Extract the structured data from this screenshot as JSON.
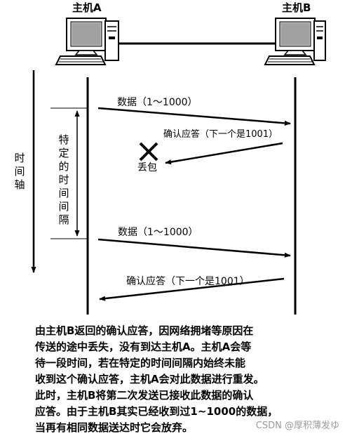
{
  "hosts": {
    "a": "主机A",
    "b": "主机B"
  },
  "time_axis_label": "时间轴",
  "interval_label": "特定的时间间隔",
  "messages": {
    "data1": "数据（1～1000）",
    "ack1": "确认应答（下一个是1001）",
    "lost": "丢包",
    "data2": "数据（1～1000）",
    "ack2": "确认应答（下一个是1001）"
  },
  "caption": [
    "由主机B返回的确认应答，因网络拥堵等原因在",
    "传送的途中丢失，没有到达主机A。主机A会等",
    "待一段时间，若在特定的时间间隔内始终未能",
    "收到这个确认应答，主机A会对此数据进行重发。",
    "此时，主机B将第二次发送已接收此数据的确认",
    "应答。由于主机B其实已经收到过1~1000的数据，",
    "当再有相同数据送达时它会放弃。"
  ],
  "watermark": "CSDN @厚积薄发ゆ"
}
